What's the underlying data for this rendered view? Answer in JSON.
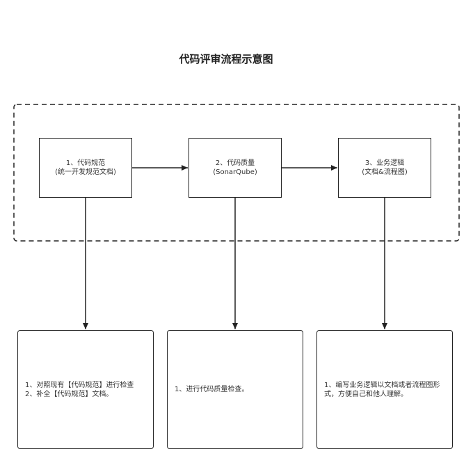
{
  "diagram": {
    "title": "代码评审流程示意图",
    "steps": [
      {
        "line1": "1、代码规范",
        "line2": "(统一开发规范文档)"
      },
      {
        "line1": "2、代码质量",
        "line2": "(SonarQube)"
      },
      {
        "line1": "3、业务逻辑",
        "line2": "(文档&流程图)"
      }
    ],
    "notes": [
      {
        "lines": [
          "1、对照现有【代码规范】进行检查",
          "2、补全【代码规范】文档。"
        ]
      },
      {
        "lines": [
          "1、进行代码质量检查。"
        ]
      },
      {
        "lines": [
          "1、编写业务逻辑以文档或者流程图形",
          "式，方便自己和他人理解。"
        ]
      }
    ],
    "colors": {
      "stroke": "#222222",
      "background": "#ffffff"
    }
  }
}
